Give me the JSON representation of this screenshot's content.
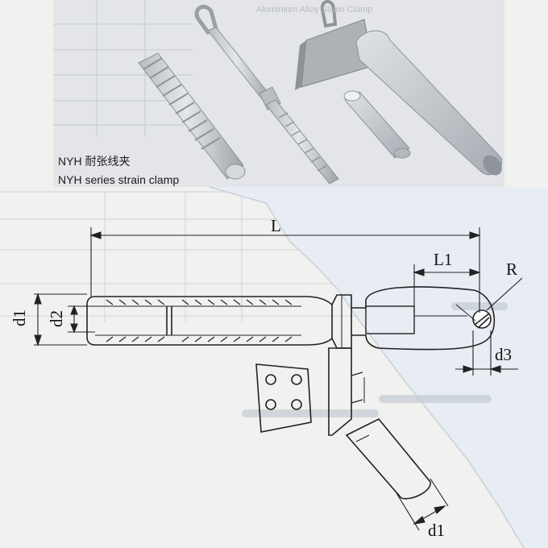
{
  "caption": {
    "title_cn": "NYH 耐张线夹",
    "title_en": "NYH series strain clamp"
  },
  "background_ghost_text": {
    "top_right": "Aluminium Alloy Strain Clamp"
  },
  "dimensions": {
    "L": "L",
    "L1": "L1",
    "R": "R",
    "d1_left": "d1",
    "d2": "d2",
    "d3": "d3",
    "d1_bottom": "d1"
  },
  "colors": {
    "paper": "#f1f1ef",
    "photo_background": "#e6e7e9",
    "metal": "#c9ccd0",
    "metal_shadow": "#9ea3a9",
    "line": "#222222",
    "tear_blue": "#e4ebf4"
  }
}
